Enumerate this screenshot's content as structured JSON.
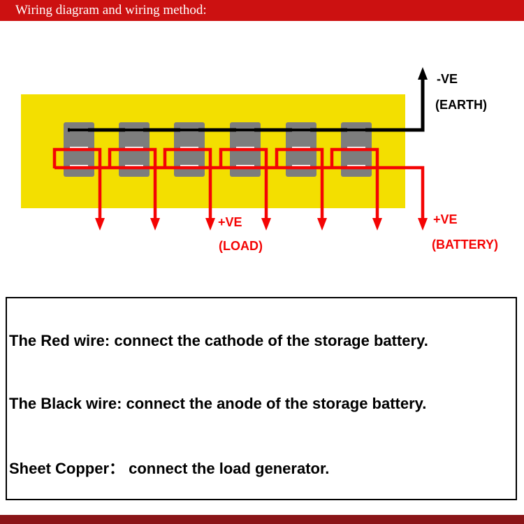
{
  "colors": {
    "banner_red": "#cc1111",
    "panel_yellow": "#f3df00",
    "switch_gray": "#7d7d7d",
    "slot_white": "#ffffff",
    "wire_red": "#f40404",
    "wire_black": "#000000",
    "bottom_bar": "#8a1518"
  },
  "header": {
    "title": "Wiring diagram and wiring method:"
  },
  "diagram": {
    "switch_count": 6,
    "labels": {
      "earth_ve": "-VE",
      "earth_name": "(EARTH)",
      "load_ve": "+VE",
      "load_name": "(LOAD)",
      "battery_ve": "+VE",
      "battery_name": "(BATTERY)"
    }
  },
  "notes": {
    "lines": [
      "The Red wire: connect the cathode of the storage battery.",
      "The Black wire: connect the anode of the storage battery.",
      "Sheet Copper： connect the load generator."
    ]
  }
}
